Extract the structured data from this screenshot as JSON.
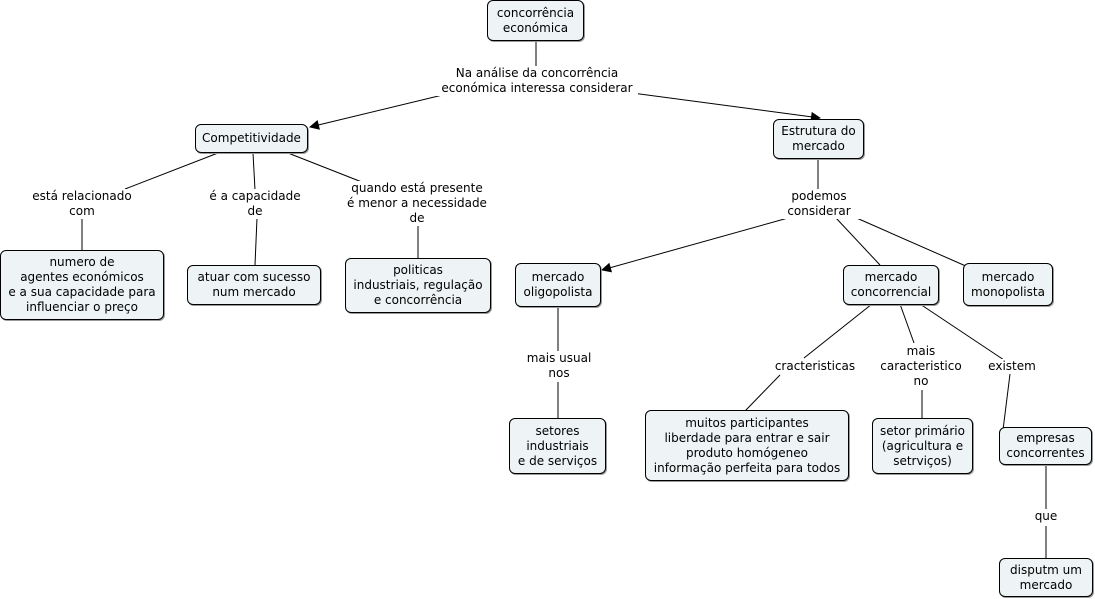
{
  "map": {
    "nodes": {
      "root": "concorrência\neconómica",
      "competitividade": "Competitividade",
      "estrutura": "Estrutura do\nmercado",
      "agentes": "numero de\nagentes económicos\ne a sua capacidade para\ninfluenciar o preço",
      "atuar": "atuar com sucesso\nnum mercado",
      "politicas": "politicas\nindustriais, regulação\ne concorrência",
      "oligopolista": "mercado\noligopolista",
      "concorrencial": "mercado\nconcorrencial",
      "monopolista": "mercado\nmonopolista",
      "setores": "setores\nindustriais\ne de serviços",
      "participantes": "muitos participantes\nliberdade para entrar e sair\nproduto homógeneo\ninformação perfeita para todos",
      "primario": "setor primário\n(agricultura e\nsetrviços)",
      "empresas": "empresas\nconcorrentes",
      "disputm": "disputm um\nmercado"
    },
    "links": {
      "analise": "Na análise da concorrência\neconómica interessa considerar",
      "relacionado": "está relacionado\ncom",
      "capacidade": "é a capacidade\nde",
      "presente": "quando está presente\né menor a necessidade\nde",
      "podemos": "podemos\nconsiderar",
      "usual": "mais usual\nnos",
      "caracteristicas": "cracteristicas",
      "caracteristico": "mais\ncaracteristico\nno",
      "existem": "existem",
      "que": "que"
    }
  }
}
